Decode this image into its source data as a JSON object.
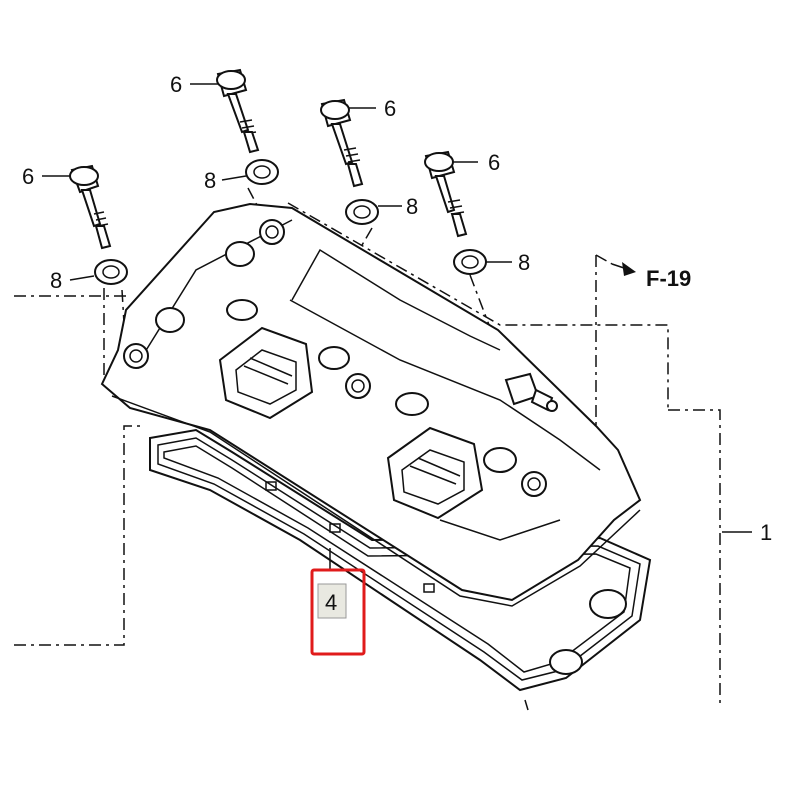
{
  "diagram": {
    "callouts": {
      "bolt_left": "6",
      "bolt_mid_left": "6",
      "bolt_mid_right": "6",
      "bolt_right": "6",
      "washer_left": "8",
      "washer_mid_left": "8",
      "washer_mid_right": "8",
      "washer_right": "8",
      "cover_assembly": "1",
      "gasket": "4"
    },
    "reference": "F-19",
    "highlight_color": "#e01b1b",
    "label_box_color": "#e9e9e1"
  }
}
